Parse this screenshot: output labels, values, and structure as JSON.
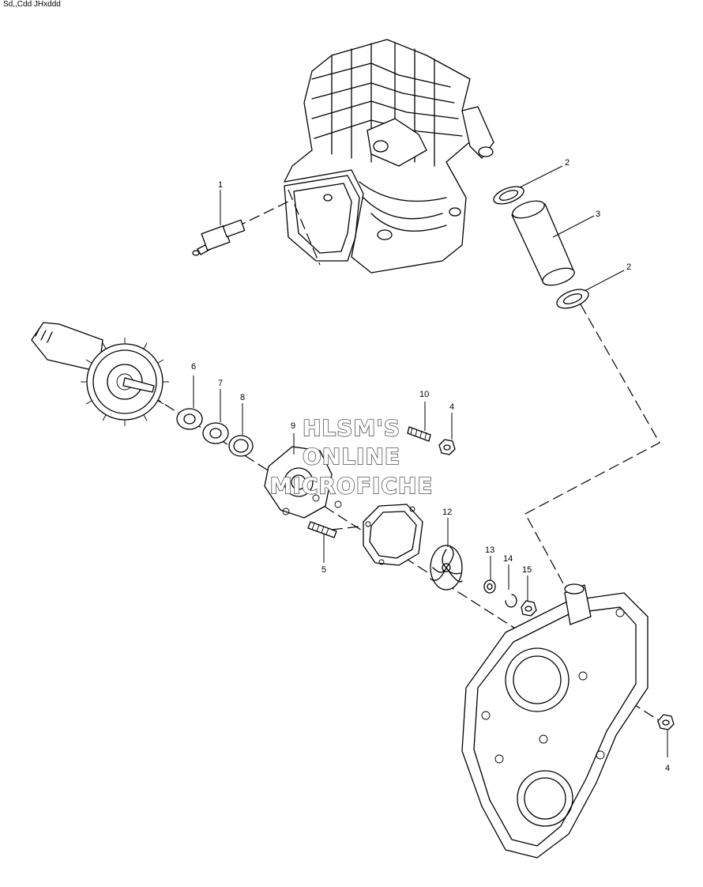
{
  "header_text": "Sd,,Cdd JHxddd",
  "watermark": {
    "line1": "HLSM'S",
    "line2": "ONLINE",
    "line3": "MICROFICHE"
  },
  "callouts": {
    "c1": "1",
    "c2a": "2",
    "c2b": "2",
    "c3": "3",
    "c4a": "4",
    "c4b": "4",
    "c5": "5",
    "c6": "6",
    "c7": "7",
    "c8": "8",
    "c9": "9",
    "c10": "10",
    "c12": "12",
    "c13": "13",
    "c14": "14",
    "c15": "15"
  }
}
